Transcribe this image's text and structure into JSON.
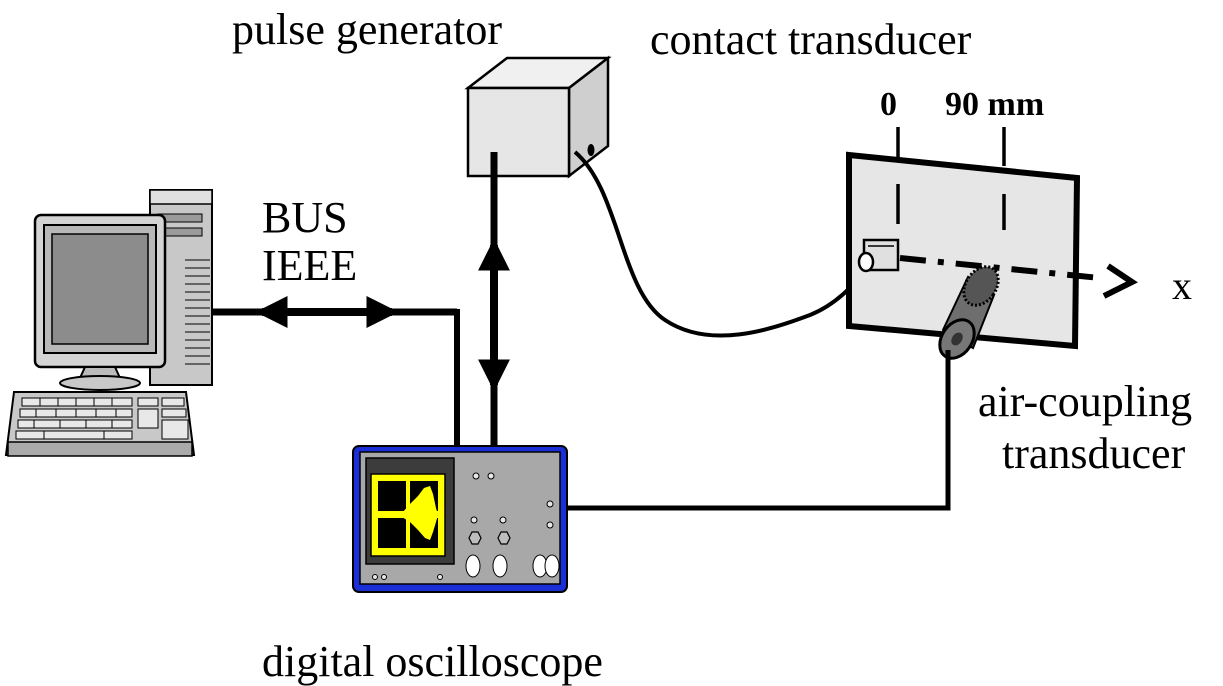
{
  "labels": {
    "pulse_generator": "pulse generator",
    "contact_transducer": "contact transducer",
    "bus": "BUS",
    "ieee": "IEEE",
    "scale_zero": "0",
    "scale_ninety": "90 mm",
    "axis_x": "x",
    "air_coupling_line1": "air-coupling",
    "air_coupling_line2": "transducer",
    "digital_oscilloscope": "digital oscilloscope"
  },
  "colors": {
    "line": "#000000",
    "device_fill": "#e6e6e6",
    "screen_yellow": "#ffff00",
    "scope_frame": "#1a2fd6",
    "scope_body": "#a8a8a8",
    "cylinder": "#6e6e6e"
  }
}
